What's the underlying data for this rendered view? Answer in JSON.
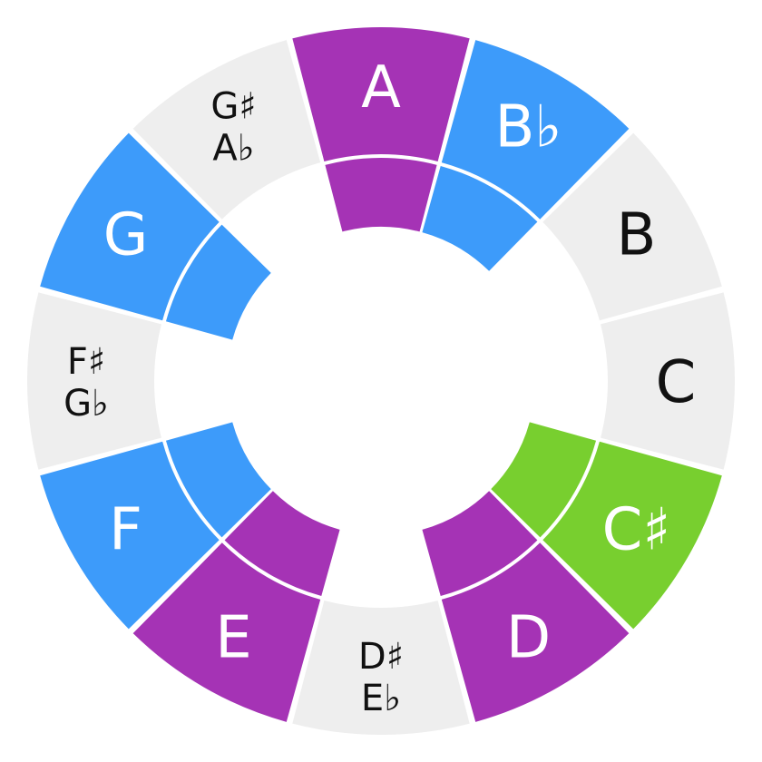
{
  "colors": {
    "purple": "#a533b5",
    "blue": "#3d9bfa",
    "green": "#78cf2f",
    "gray": "#eeeeee",
    "separator": "#ffffff",
    "text_light": "#ffffff",
    "text_dark": "#111111"
  },
  "notes": [
    {
      "name": "A",
      "lines": [
        "A"
      ],
      "color": "purple",
      "inner": true
    },
    {
      "name": "Bb",
      "lines": [
        "B♭"
      ],
      "color": "blue",
      "inner": true
    },
    {
      "name": "B",
      "lines": [
        "B"
      ],
      "color": "gray",
      "inner": false
    },
    {
      "name": "C",
      "lines": [
        "C"
      ],
      "color": "gray",
      "inner": false
    },
    {
      "name": "C#",
      "lines": [
        "C♯"
      ],
      "color": "green",
      "inner": true
    },
    {
      "name": "D",
      "lines": [
        "D"
      ],
      "color": "purple",
      "inner": true
    },
    {
      "name": "D#",
      "lines": [
        "D♯",
        "E♭"
      ],
      "color": "gray",
      "inner": false
    },
    {
      "name": "E",
      "lines": [
        "E"
      ],
      "color": "purple",
      "inner": true
    },
    {
      "name": "F",
      "lines": [
        "F"
      ],
      "color": "blue",
      "inner": true
    },
    {
      "name": "F#",
      "lines": [
        "F♯",
        "G♭"
      ],
      "color": "gray",
      "inner": false
    },
    {
      "name": "G",
      "lines": [
        "G"
      ],
      "color": "blue",
      "inner": true
    },
    {
      "name": "G#",
      "lines": [
        "G♯",
        "A♭"
      ],
      "color": "gray",
      "inner": false
    }
  ]
}
